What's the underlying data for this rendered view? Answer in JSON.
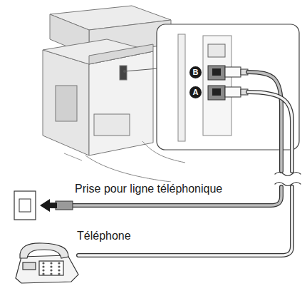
{
  "diagram": {
    "labels": [
      "B",
      "A",
      "Prise pour ligne téléphonique",
      "Téléphone"
    ]
  }
}
